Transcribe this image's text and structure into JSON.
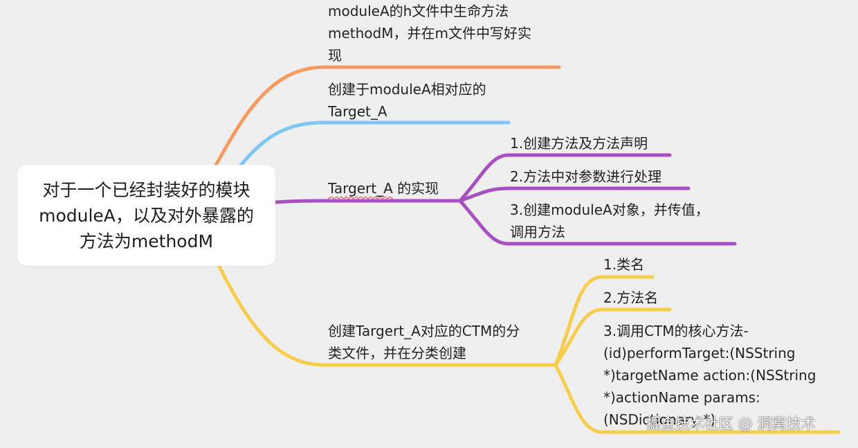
{
  "root": {
    "lines": [
      "对于一个已经封装好的模块",
      "moduleA，以及对外暴露的",
      "方法为methodM"
    ]
  },
  "branches": [
    {
      "color": "#f79a5e",
      "lines": [
        "moduleA的h文件中生命方法",
        "methodM，并在m文件中写好实",
        "现"
      ]
    },
    {
      "color": "#7cc7f5",
      "lines": [
        "创建于moduleA相对应的",
        "Target_A"
      ]
    },
    {
      "color": "#a94fc4",
      "label_parts": [
        "Targert_A",
        " 的实现"
      ],
      "children": [
        {
          "lines": [
            "1.创建方法及方法声明"
          ]
        },
        {
          "lines": [
            "2.方法中对参数进行处理"
          ]
        },
        {
          "lines": [
            "3.创建moduleA对象，并传值，",
            "调用方法"
          ]
        }
      ]
    },
    {
      "color": "#f8cd4b",
      "lines": [
        "创建Targert_A对应的CTM的分",
        "类文件，并在分类创建"
      ],
      "children": [
        {
          "lines": [
            "1.类名"
          ]
        },
        {
          "lines": [
            "2.方法名"
          ]
        },
        {
          "lines": [
            "3.调用CTM的核心方法-",
            "(id)performTarget:(NSString",
            "*)targetName action:(NSString",
            "*)actionName params:",
            "(NSDictionary *)"
          ]
        }
      ]
    }
  ],
  "watermark": "掘金技术社区 @ 洞窝技术"
}
